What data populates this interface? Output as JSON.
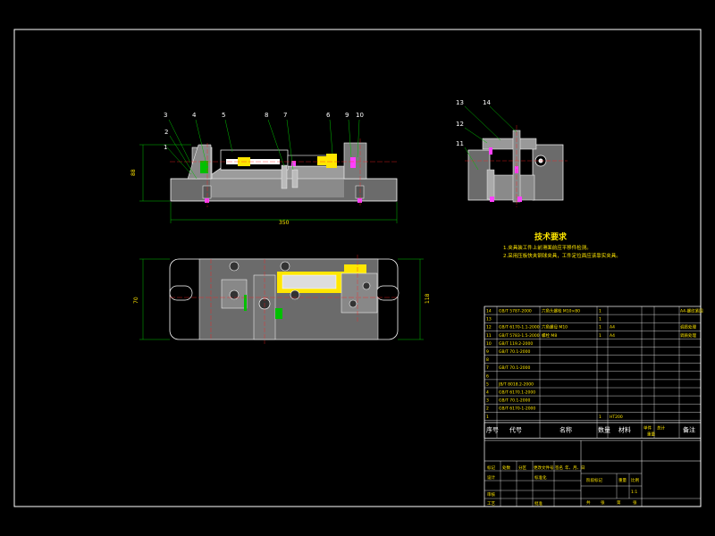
{
  "drawing": {
    "balloons_front": [
      "3",
      "4",
      "5",
      "8",
      "7",
      "6",
      "9",
      "10",
      "2",
      "1"
    ],
    "balloons_side": [
      "13",
      "14",
      "12",
      "11"
    ],
    "dim_front_width": "350",
    "dim_front_height": "88",
    "dim_plan_height": "118",
    "dim_plan_left": "70"
  },
  "tech": {
    "title": "技术要求",
    "line1": "1.夹具装工件上前滑面前应平移件检测。",
    "line2": "2.采用压板快夹钢球夹具，工件定位面应该靠实夹具。"
  },
  "bom": {
    "rows": [
      {
        "no": "14",
        "code": "GB/T 5787-2000",
        "name": "六角头螺栓 M10×80",
        "qty": "1",
        "mat": "",
        "note": "A4-螺纹紧固"
      },
      {
        "no": "13",
        "code": "",
        "name": "",
        "qty": "1",
        "mat": "",
        "note": ""
      },
      {
        "no": "12",
        "code": "GB/T 6170-1.1-2000",
        "name": "六角螺母 M10",
        "qty": "1",
        "mat": "A4",
        "note": "调质处理"
      },
      {
        "no": "11",
        "code": "GB/T 5783-1.5-2000",
        "name": "螺栓 M8",
        "qty": "1",
        "mat": "A4",
        "note": "调质处理"
      },
      {
        "no": "10",
        "code": "GB/T 119.2-2000",
        "name": "",
        "qty": "",
        "mat": "",
        "note": ""
      },
      {
        "no": "9",
        "code": "GB/T 70.1-2000",
        "name": "",
        "qty": "",
        "mat": "",
        "note": ""
      },
      {
        "no": "8",
        "code": "",
        "name": "",
        "qty": "",
        "mat": "",
        "note": ""
      },
      {
        "no": "7",
        "code": "GB/T 70.1-2000",
        "name": "",
        "qty": "",
        "mat": "",
        "note": ""
      },
      {
        "no": "6",
        "code": "",
        "name": "",
        "qty": "",
        "mat": "",
        "note": ""
      },
      {
        "no": "5",
        "code": "JB/T 8018.2-2000",
        "name": "",
        "qty": "",
        "mat": "",
        "note": ""
      },
      {
        "no": "4",
        "code": "GB/T 6170.1-2000",
        "name": "",
        "qty": "",
        "mat": "",
        "note": ""
      },
      {
        "no": "3",
        "code": "GB/T 70.1-2000",
        "name": "",
        "qty": "",
        "mat": "",
        "note": ""
      },
      {
        "no": "2",
        "code": "GB/T 6170-1-2000",
        "name": "",
        "qty": "",
        "mat": "",
        "note": ""
      },
      {
        "no": "1",
        "code": "",
        "name": "",
        "qty": "1",
        "mat": "HT200",
        "note": ""
      }
    ],
    "header": {
      "no": "序号",
      "code": "代号",
      "name": "名称",
      "qty": "数量",
      "mat": "材料",
      "unit": "单件",
      "total": "总计",
      "weight": "重量",
      "note": "备注"
    }
  },
  "titleblock": {
    "c1": "标记",
    "c2": "处数",
    "c3": "分区",
    "c4": "更改文件号",
    "c5": "签名",
    "c6": "年、月、日",
    "design": "设计",
    "std": "标准化",
    "check": "审核",
    "process": "工艺",
    "approve": "批准",
    "stage": "阶段标记",
    "weight": "重量",
    "scale": "比例",
    "scale_val": "1:1",
    "sheet_total": "共",
    "sheet": "张",
    "sheet2": "第"
  },
  "colors": {
    "bg": "#000000",
    "line": "#ffffff",
    "dim": "#ffe600",
    "green": "#00c000",
    "red": "#ff2020",
    "magenta": "#ff40ff",
    "yellow": "#ffe600"
  }
}
